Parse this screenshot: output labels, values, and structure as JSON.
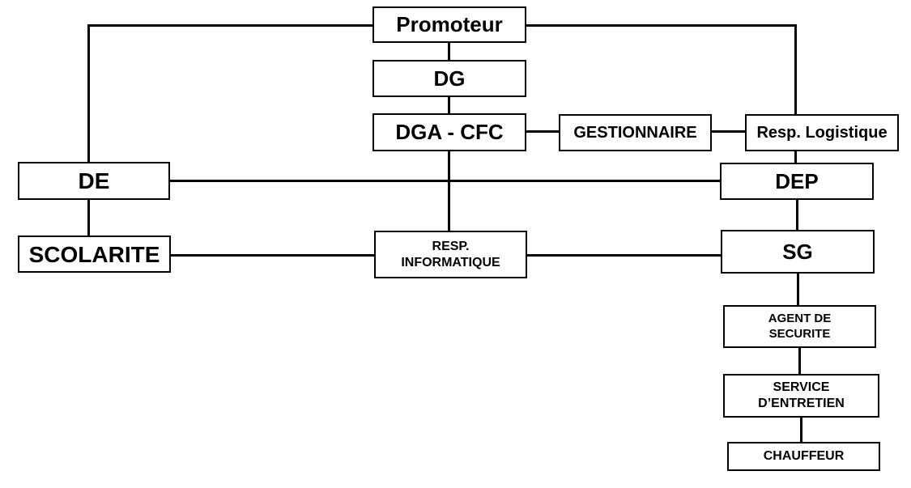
{
  "diagram": {
    "type": "org-chart",
    "colors": {
      "background": "#ffffff",
      "box_fill": "#ffffff",
      "box_border": "#000000",
      "connector": "#000000",
      "text": "#000000"
    },
    "nodes": {
      "promoteur": {
        "label": "Promoteur"
      },
      "dg": {
        "label": "DG"
      },
      "dga_cfc": {
        "label": "DGA - CFC"
      },
      "gestionnaire": {
        "label": "GESTIONNAIRE"
      },
      "resp_logistique": {
        "label": "Resp. Logistique"
      },
      "de": {
        "label": "DE"
      },
      "dep": {
        "label": "DEP"
      },
      "scolarite": {
        "label": "SCOLARITE"
      },
      "resp_informatique": {
        "label": "RESP.\nINFORMATIQUE"
      },
      "sg": {
        "label": "SG"
      },
      "agent_securite": {
        "label": "AGENT DE\nSECURITE"
      },
      "service_entretien": {
        "label": "SERVICE\nD’ENTRETIEN"
      },
      "chauffeur": {
        "label": "CHAUFFEUR"
      }
    },
    "edges": [
      {
        "from": "promoteur",
        "to": "de"
      },
      {
        "from": "promoteur",
        "to": "resp_logistique"
      },
      {
        "from": "promoteur",
        "to": "dg"
      },
      {
        "from": "dg",
        "to": "dga_cfc"
      },
      {
        "from": "dga_cfc",
        "to": "gestionnaire"
      },
      {
        "from": "gestionnaire",
        "to": "resp_logistique"
      },
      {
        "from": "dga_cfc",
        "to": "resp_informatique"
      },
      {
        "from": "resp_logistique",
        "to": "dep"
      },
      {
        "from": "de",
        "to": "dep"
      },
      {
        "from": "de",
        "to": "scolarite"
      },
      {
        "from": "scolarite",
        "to": "resp_informatique"
      },
      {
        "from": "resp_informatique",
        "to": "sg"
      },
      {
        "from": "dep",
        "to": "sg"
      },
      {
        "from": "sg",
        "to": "agent_securite"
      },
      {
        "from": "agent_securite",
        "to": "service_entretien"
      },
      {
        "from": "service_entretien",
        "to": "chauffeur"
      }
    ]
  }
}
